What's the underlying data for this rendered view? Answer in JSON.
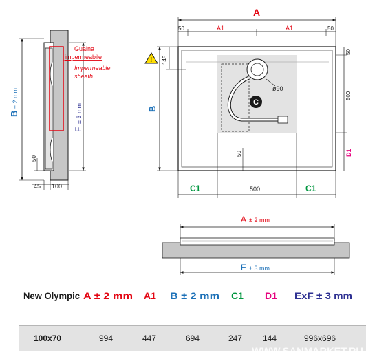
{
  "colors": {
    "red": "#e30613",
    "blue": "#1d71b8",
    "green": "#00963f",
    "magenta": "#e6007e",
    "darkblue": "#2e3192",
    "gray_fill": "#c6c6c6",
    "shade": "#e3e3e3",
    "text": "#1a1a1a"
  },
  "side_view": {
    "label_b": "B",
    "label_b_tol": "± 2 mm",
    "label_f": "F",
    "label_f_tol": "± 3 mm",
    "guaina": "Guaina",
    "impermeabile": "impermeabile",
    "impermeable": "Impermeable",
    "sheath": "sheath",
    "dim_50": "50",
    "dim_45": "45",
    "dim_100": "100"
  },
  "top_view": {
    "label_a": "A",
    "label_a1_left": "A1",
    "label_a1_right": "A1",
    "dim_50_left": "50",
    "dim_50_right": "50",
    "dim_50_side": "50",
    "dim_145": "145",
    "dim_500_right": "500",
    "label_b": "B",
    "label_d1": "D1",
    "dim_50_drain": "50",
    "dim_phi": "ø90",
    "drain_letter": "C",
    "label_c1_left": "C1",
    "dim_500_bottom": "500",
    "label_c1_right": "C1",
    "warning_icon": "warning-triangle-icon"
  },
  "front_view": {
    "label_a": "A",
    "label_a_tol": "± 2 mm",
    "label_e": "E",
    "label_e_tol": "± 3 mm"
  },
  "table": {
    "headers": {
      "name": "New Olympic",
      "a": "A ± 2 mm",
      "a1": "A1",
      "b": "B ± 2 mm",
      "c1": "C1",
      "d1": "D1",
      "exf": "ExF ± 3 mm"
    },
    "row": {
      "name": "100x70",
      "a": "994",
      "a1": "447",
      "b": "694",
      "c1": "247",
      "d1": "144",
      "exf": "996x696"
    }
  },
  "watermark": "WWW.SANMARKET.RU"
}
